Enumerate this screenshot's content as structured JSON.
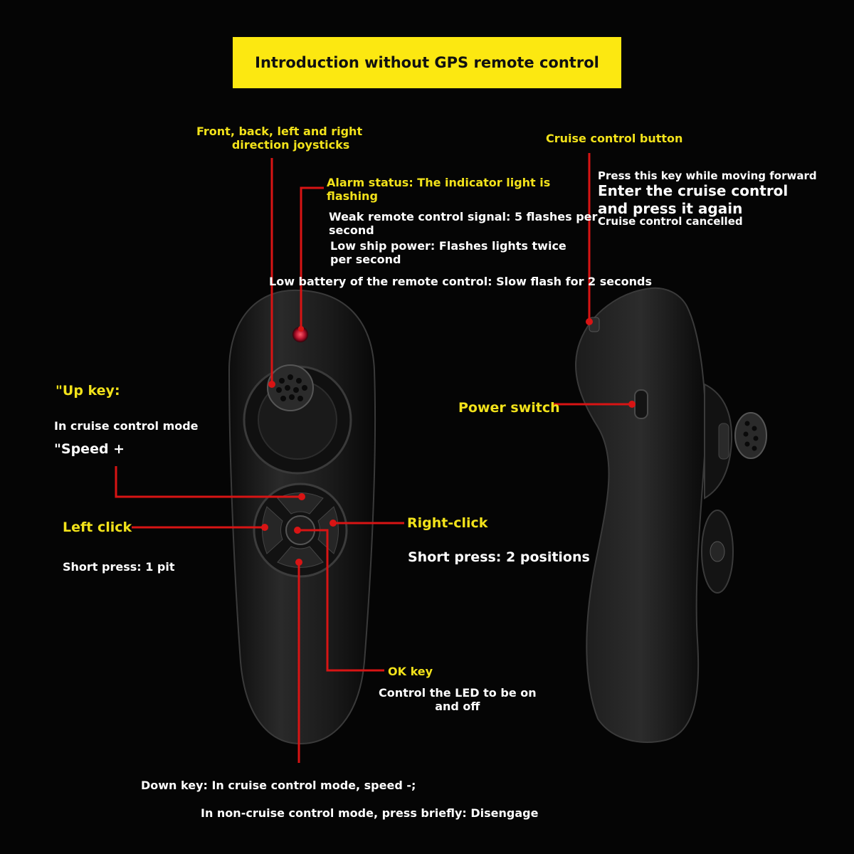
{
  "title": "Introduction without GPS remote control",
  "colors": {
    "background": "#050505",
    "banner": "#fce811",
    "label_yellow": "#f2e21a",
    "leader_red": "#d81414",
    "remote_body": "#1e1e1e"
  },
  "labels": {
    "joystick": {
      "line1": "Front, back, left and right",
      "line2": "direction joysticks"
    },
    "alarm": {
      "title_line1": "Alarm status: The indicator light is",
      "title_line2": "flashing",
      "weak_line1": "Weak remote control signal: 5 flashes per",
      "weak_line2": "second",
      "lowship_line1": "Low ship power: Flashes lights twice",
      "lowship_line2": "per second",
      "lowbattery": "Low battery of the remote control: Slow flash for 2 seconds"
    },
    "cruise": {
      "title": "Cruise control button",
      "line1": "Press this key while moving forward",
      "line2": "Enter the cruise control",
      "line3": "and press it again",
      "line4": "Cruise control cancelled"
    },
    "up_key": {
      "title": "\"Up key:",
      "line1": "In cruise control mode",
      "line2": "\"Speed +"
    },
    "power_switch": "Power switch",
    "left_click": {
      "title": "Left click",
      "desc": "Short press: 1 pit"
    },
    "right_click": {
      "title": "Right-click",
      "desc": "Short press: 2 positions"
    },
    "ok_key": {
      "title": "OK key",
      "line1": "Control the LED to be on",
      "line2": "and off"
    },
    "down_key": {
      "line1": "Down key: In cruise control mode, speed -;",
      "line2": "In non-cruise control mode, press briefly: Disengage"
    }
  }
}
